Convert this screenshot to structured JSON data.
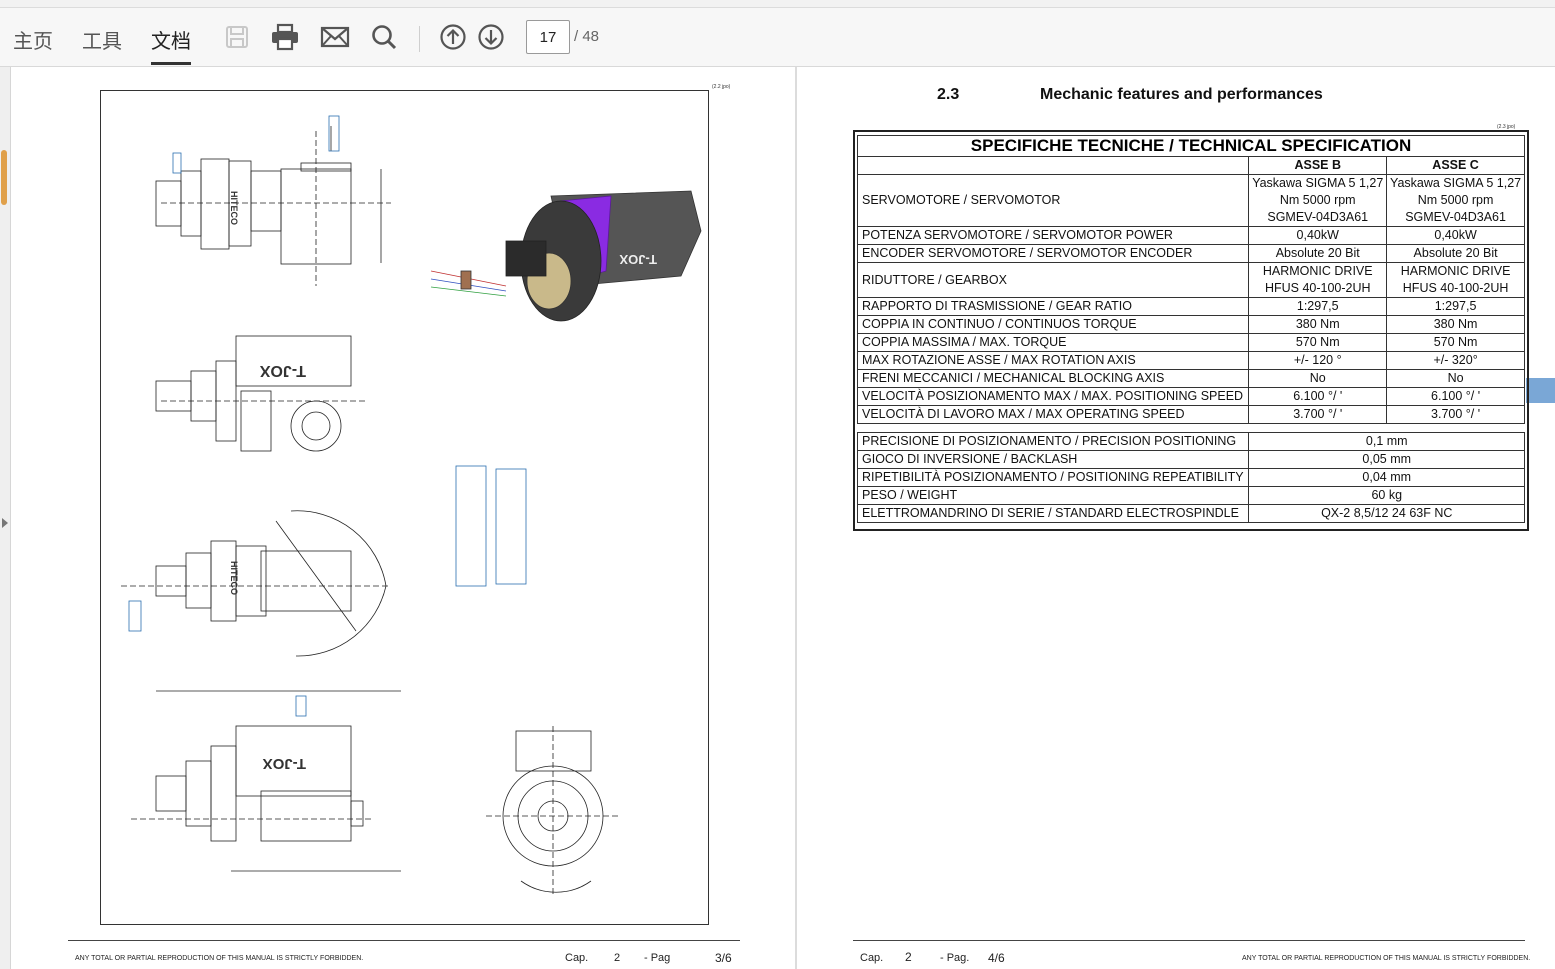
{
  "toolbar": {
    "tabs": [
      "主页",
      "工具",
      "文档"
    ],
    "active_tab": "文档",
    "icons": [
      "save-icon",
      "print-icon",
      "mail-icon",
      "search-icon",
      "page-up-icon",
      "page-down-icon"
    ],
    "page_current": "17",
    "page_total": "/ 48"
  },
  "left_page": {
    "ref_tag": "(2.2 jpo)",
    "footer_disclaimer": "ANY TOTAL OR PARTIAL REPRODUCTION OF THIS MANUAL IS STRICTLY FORBIDDEN.",
    "footer_cap_label": "Cap.",
    "footer_cap_value": "2",
    "footer_pag_label": "- Pag",
    "footer_page": "3/6",
    "drawing_brand": "T-JOX",
    "drawing_motor_brand": "HITECO"
  },
  "right_page": {
    "section_number": "2.3",
    "section_title": "Mechanic features and performances",
    "ref_tag": "(2.3 jpo)",
    "footer_cap_label": "Cap.",
    "footer_cap_value": "2",
    "footer_pag_label": "- Pag.",
    "footer_page": "4/6",
    "footer_disclaimer": "ANY TOTAL OR PARTIAL REPRODUCTION OF THIS MANUAL IS STRICTLY FORBIDDEN."
  },
  "spec": {
    "title": "SPECIFICHE TECNICHE / TECHNICAL SPECIFICATION",
    "col_b": "ASSE B",
    "col_c": "ASSE C",
    "rows": [
      {
        "label": "SERVOMOTORE / SERVOMOTOR",
        "b1": "Yaskawa SIGMA 5 1,27",
        "b2": "Nm 5000 rpm",
        "b3": "SGMEV-04D3A61",
        "c1": "Yaskawa SIGMA 5 1,27",
        "c2": "Nm 5000 rpm",
        "c3": "SGMEV-04D3A61"
      },
      {
        "label": "POTENZA SERVOMOTORE / SERVOMOTOR POWER",
        "b": "0,40kW",
        "c": "0,40kW"
      },
      {
        "label": "ENCODER SERVOMOTORE / SERVOMOTOR ENCODER",
        "b": "Absolute 20 Bit",
        "c": "Absolute 20 Bit"
      },
      {
        "label": "RIDUTTORE / GEARBOX",
        "b1": "HARMONIC DRIVE",
        "b2": "HFUS 40-100-2UH",
        "c1": "HARMONIC DRIVE",
        "c2": "HFUS 40-100-2UH"
      },
      {
        "label": "RAPPORTO DI TRASMISSIONE / GEAR RATIO",
        "b": "1:297,5",
        "c": "1:297,5"
      },
      {
        "label": "COPPIA IN CONTINUO / CONTINUOS TORQUE",
        "b": "380 Nm",
        "c": "380 Nm"
      },
      {
        "label": "COPPIA MASSIMA / MAX. TORQUE",
        "b": "570 Nm",
        "c": "570 Nm"
      },
      {
        "label": "MAX ROTAZIONE ASSE / MAX ROTATION AXIS",
        "b": "+/- 120 °",
        "c": "+/- 320°"
      },
      {
        "label": "FRENI MECCANICI / MECHANICAL BLOCKING AXIS",
        "b": "No",
        "c": "No"
      },
      {
        "label": "VELOCITÀ POSIZIONAMENTO MAX / MAX. POSITIONING SPEED",
        "b": "6.100 °/ '",
        "c": "6.100 °/ '"
      },
      {
        "label": "VELOCITÀ DI LAVORO MAX / MAX OPERATING SPEED",
        "b": "3.700 °/ '",
        "c": "3.700 °/ '"
      }
    ],
    "rows2": [
      {
        "label": "PRECISIONE DI POSIZIONAMENTO / PRECISION POSITIONING",
        "value": "0,1 mm"
      },
      {
        "label": "GIOCO DI INVERSIONE / BACKLASH",
        "value": "0,05 mm"
      },
      {
        "label": "RIPETIBILITÀ POSIZIONAMENTO / POSITIONING REPEATIBILITY",
        "value": "0,04 mm"
      },
      {
        "label": "PESO / WEIGHT",
        "value": "60 kg"
      },
      {
        "label": "ELETTROMANDRINO DI SERIE / STANDARD ELECTROSPINDLE",
        "value": "QX-2 8,5/12 24 63F NC"
      }
    ]
  }
}
